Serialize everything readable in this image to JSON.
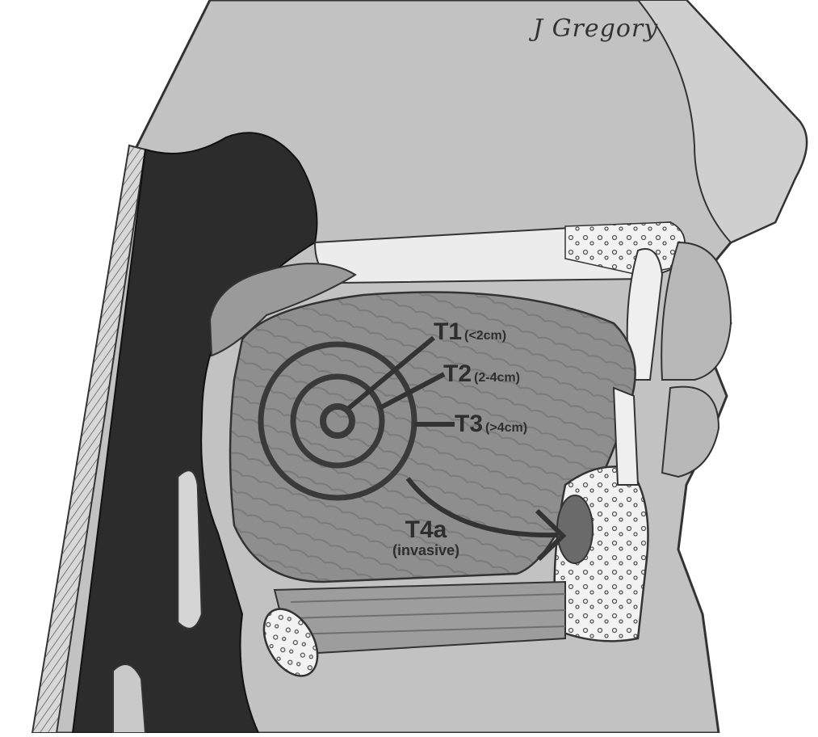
{
  "signature": "J Gregory",
  "colors": {
    "tongue": "#8c8c8c",
    "stage_marker": "#3a3a3a",
    "bone": "#f3f3f3",
    "soft_tissue": "#b5b5b5",
    "airway": "#2a2a2a"
  },
  "stages": [
    {
      "code": "T1",
      "size": "(<2cm)"
    },
    {
      "code": "T2",
      "size": "(2-4cm)"
    },
    {
      "code": "T3",
      "size": "(>4cm)"
    },
    {
      "code": "T4a",
      "size": "(invasive)"
    }
  ]
}
